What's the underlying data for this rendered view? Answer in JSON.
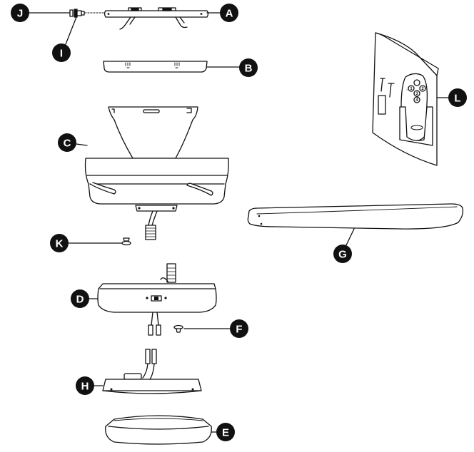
{
  "callouts": {
    "A": "A",
    "B": "B",
    "C": "C",
    "D": "D",
    "E": "E",
    "F": "F",
    "G": "G",
    "H": "H",
    "I": "I",
    "J": "J",
    "K": "K",
    "L": "L"
  },
  "remote": {
    "buttons": [
      "1",
      "2",
      "3",
      "4"
    ]
  },
  "colors": {
    "ink": "#111111",
    "fill": "#ffffff",
    "badge": "#111111"
  }
}
